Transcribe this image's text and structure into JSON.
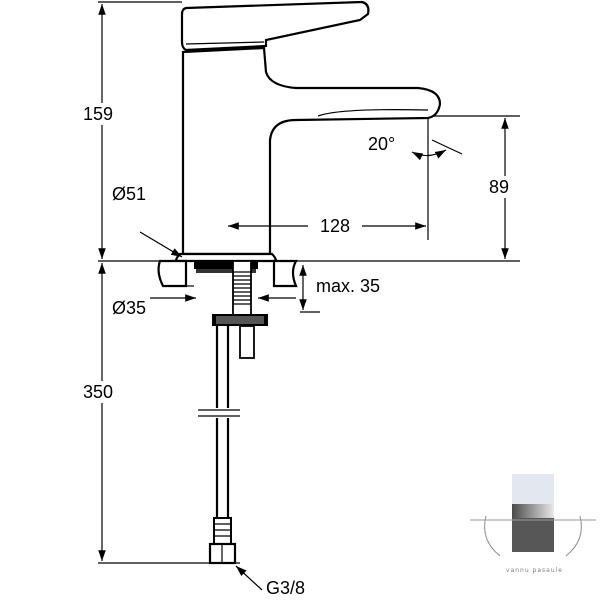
{
  "dimensions": {
    "height_total": "159",
    "spout_height": "89",
    "spout_reach": "128",
    "base_diameter": "Ø51",
    "hole_diameter": "Ø35",
    "max_thickness": "max. 35",
    "hose_length": "350",
    "angle": "20°",
    "connection": "G3/8"
  },
  "logo": {
    "text": "vannu pasaule"
  },
  "colors": {
    "line": "#000000",
    "fill": "#ffffff",
    "logo_dark": "#333333",
    "logo_light": "#cfd8e0"
  }
}
